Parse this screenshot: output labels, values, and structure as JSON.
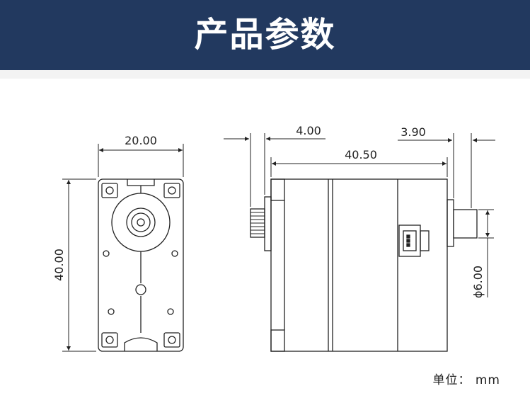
{
  "header": {
    "title": "产品参数"
  },
  "dimensions": {
    "front_width": "20.00",
    "front_height": "40.00",
    "shaft_offset": "4.00",
    "body_length": "40.50",
    "rear_offset": "3.90",
    "shaft_diameter": "ϕ6.00"
  },
  "footer": {
    "unit_label": "单位： mm"
  },
  "colors": {
    "header_bg": "#22395f",
    "line": "#222222"
  }
}
